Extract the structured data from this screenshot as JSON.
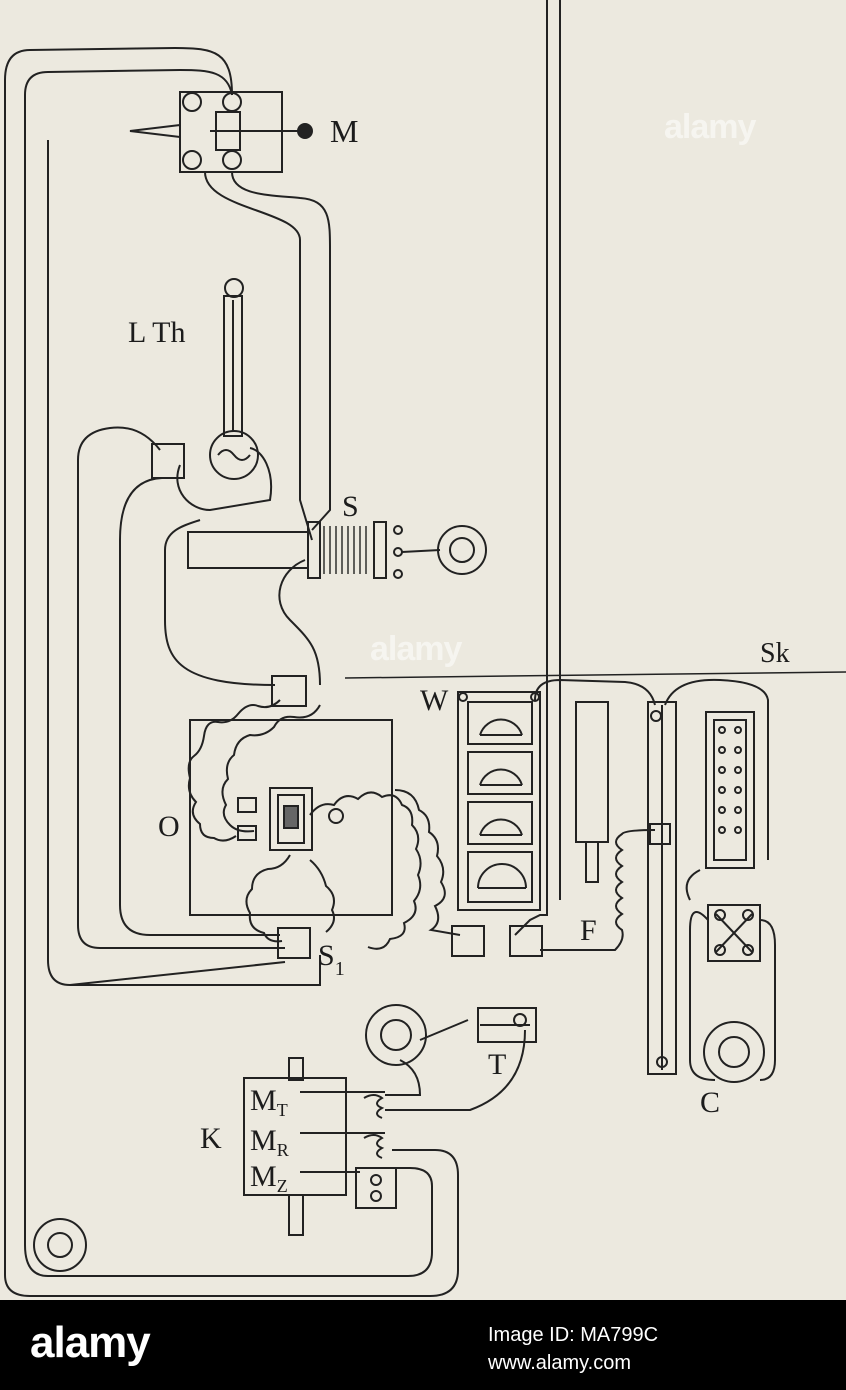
{
  "labels": {
    "M": "M",
    "LTh": "L Th",
    "S": "S",
    "W": "W",
    "Sk": "Sk",
    "O": "O",
    "S1_main": "S",
    "S1_sub": "1",
    "F": "F",
    "T": "T",
    "C": "C",
    "K": "K",
    "MT_main": "M",
    "MT_sub": "T",
    "MR_main": "M",
    "MR_sub": "R",
    "MZ_main": "M",
    "MZ_sub": "Z"
  },
  "watermark": {
    "text": "alamy"
  },
  "footer": {
    "logo": "alamy",
    "image_id": "Image ID: MA799C",
    "url": "www.alamy.com"
  }
}
